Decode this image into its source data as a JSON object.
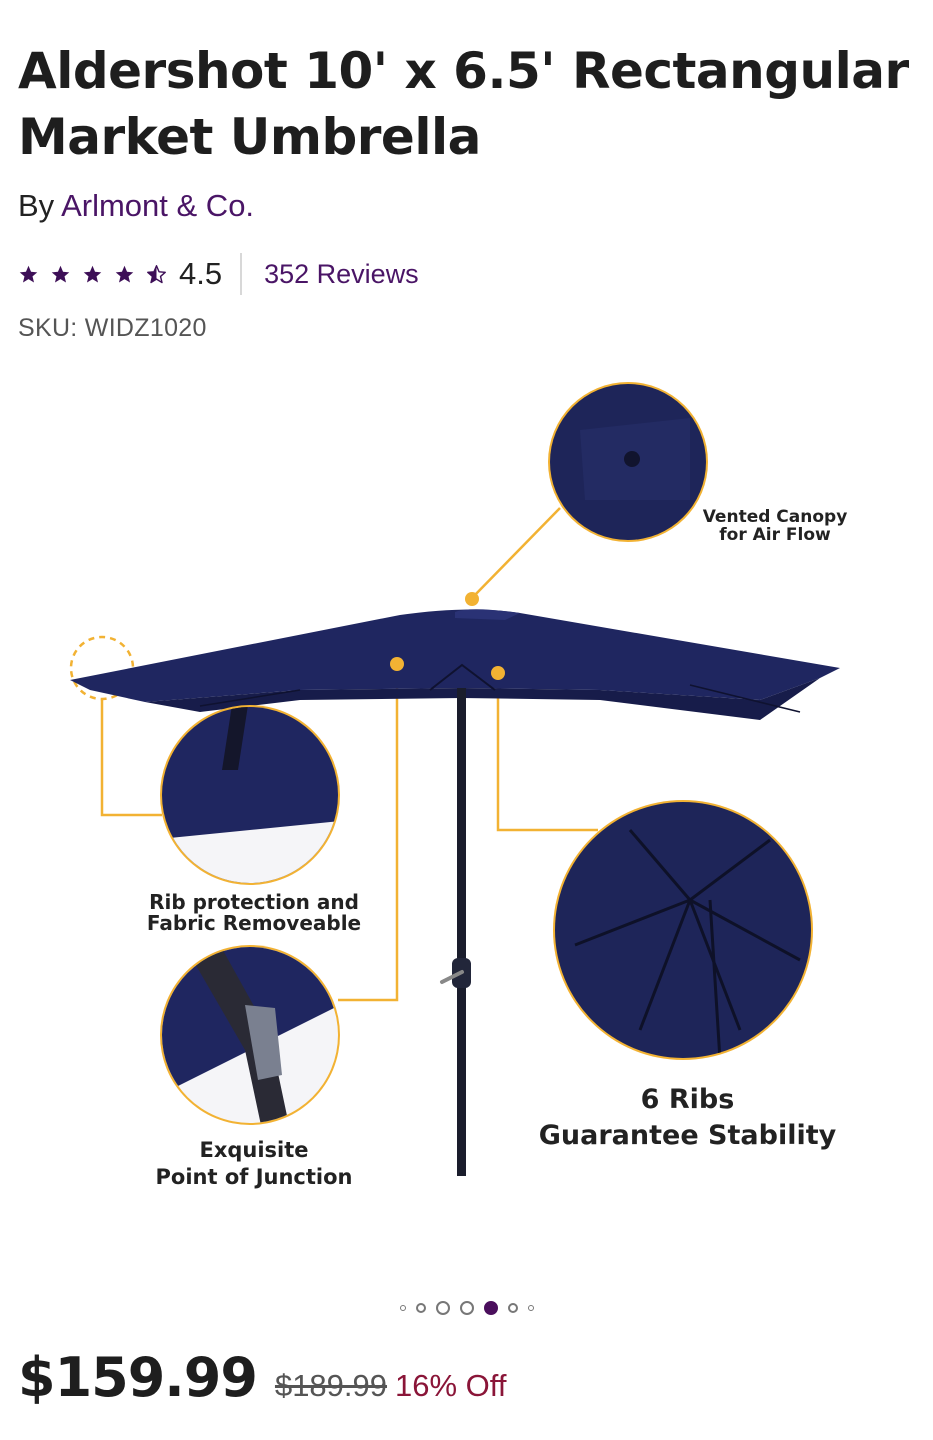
{
  "product": {
    "title": "Aldershot 10' x 6.5' Rectangular Market Umbrella",
    "by_prefix": "By ",
    "brand": "Arlmont & Co.",
    "rating": {
      "value": "4.5",
      "stars": [
        "full",
        "full",
        "full",
        "full",
        "half"
      ],
      "reviews_label": "352 Reviews"
    },
    "sku_label": "SKU: WIDZ1020"
  },
  "gallery": {
    "callouts": {
      "vented": {
        "line1": "Vented Canopy",
        "line2": "for Air Flow"
      },
      "rib": {
        "line1": "Rib protection and",
        "line2": "Fabric Removeable"
      },
      "junction": {
        "line1": "Exquisite",
        "line2": "Point of Junction"
      },
      "ribs": {
        "line1": "6 Ribs",
        "line2": "Guarantee Stability"
      }
    },
    "colors": {
      "canopy": "#1f2660",
      "accent": "#f2b233",
      "pole": "#1a1d2c"
    },
    "dots": {
      "count": 7,
      "active_index": 4
    }
  },
  "pricing": {
    "price": "$159.99",
    "original_price": "$189.99",
    "discount": "16% Off"
  },
  "colors": {
    "brand_purple": "#4a1566",
    "sale_red": "#8a1538"
  }
}
